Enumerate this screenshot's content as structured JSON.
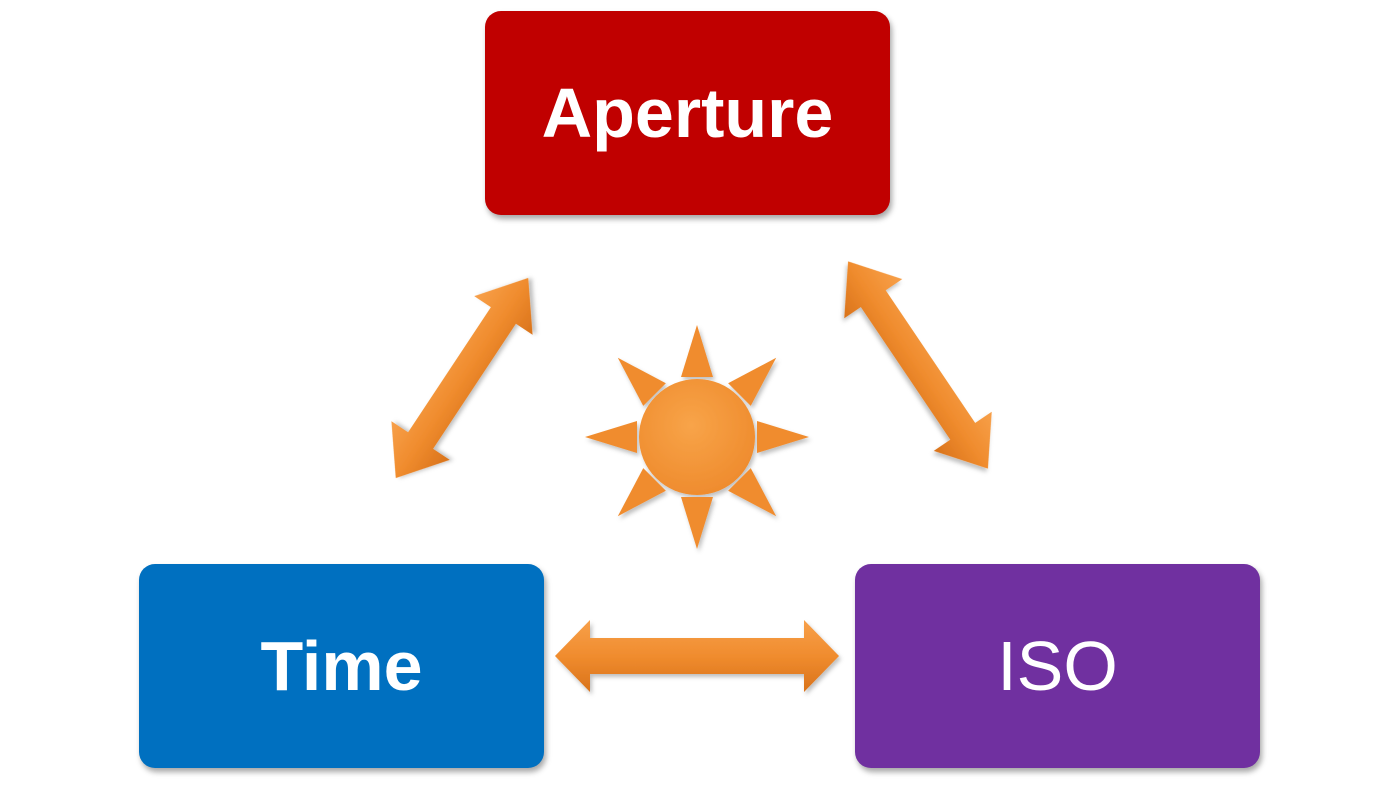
{
  "nodes": {
    "aperture": {
      "label": "Aperture",
      "color": "#C00000"
    },
    "time": {
      "label": "Time",
      "color": "#0070C0"
    },
    "iso": {
      "label": "ISO",
      "color": "#7030A0"
    }
  },
  "connectors": [
    {
      "from": "time",
      "to": "aperture",
      "style": "double-headed-arrow"
    },
    {
      "from": "aperture",
      "to": "iso",
      "style": "double-headed-arrow"
    },
    {
      "from": "time",
      "to": "iso",
      "style": "double-headed-arrow"
    }
  ],
  "center_icon": "sun-icon",
  "accent_color": "#F08C2E"
}
